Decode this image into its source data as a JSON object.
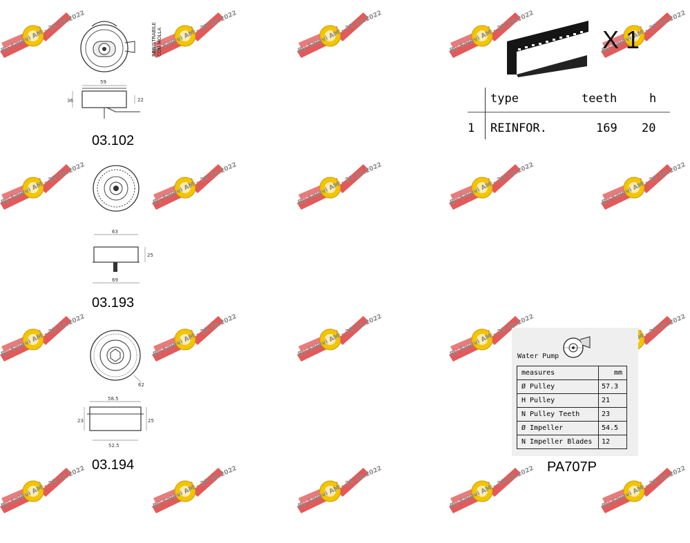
{
  "watermark": {
    "caption": "By Salevi AM - 25.10.2022",
    "badge_color": "#e25a5a",
    "ring_color": "#f5c400"
  },
  "parts": [
    {
      "code": "03.102",
      "dims": {
        "width": "59",
        "height": "36",
        "offset": "22"
      },
      "note_line1": "REGISTRABILE",
      "note_line2": "CON MOLLA"
    },
    {
      "code": "03.193",
      "dims": {
        "top": "63",
        "height": "25",
        "bottom": "69"
      }
    },
    {
      "code": "03.194",
      "dims": {
        "top": "58.5",
        "left": "23",
        "right": "25",
        "bottom": "52.5",
        "diag": "62"
      }
    }
  ],
  "belt": {
    "quantity_label": "X 1",
    "headers": {
      "type": "type",
      "teeth": "teeth",
      "h": "h"
    },
    "row": {
      "index": "1",
      "type": "REINFOR.",
      "teeth": "169",
      "h": "20"
    }
  },
  "water_pump": {
    "title": "Water Pump",
    "code": "PA707P",
    "headers": {
      "measures": "measures",
      "unit": "mm"
    },
    "rows": [
      {
        "label": "Ø Pulley",
        "value": "57.3"
      },
      {
        "label": "H Pulley",
        "value": "21"
      },
      {
        "label": "N Pulley Teeth",
        "value": "23"
      },
      {
        "label": "Ø Impeller",
        "value": "54.5"
      },
      {
        "label": "N Impeller Blades",
        "value": "12"
      }
    ]
  }
}
